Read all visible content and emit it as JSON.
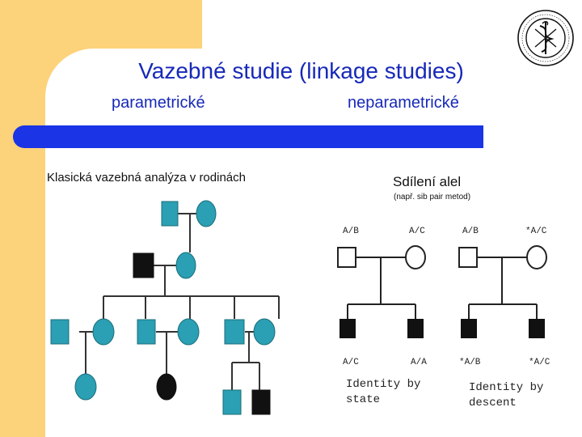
{
  "title": "Vazebné studie (linkage studies)",
  "subtitle_left": "parametrické",
  "subtitle_right": "neparametrické",
  "figure": {
    "left_heading": "Klasická vazebná analýza v rodinách",
    "right_heading": "Sdílení alel",
    "right_subheading": "(např. sib pair metod)",
    "panel1": {
      "parent1": "A/B",
      "parent2": "A/C",
      "child1": "A/C",
      "child2": "A/A",
      "caption_line1": "Identity by",
      "caption_line2": "state"
    },
    "panel2": {
      "parent1": "A/B",
      "parent2": "*A/C",
      "child1": "*A/B",
      "child2": "*A/C",
      "caption_line1": "Identity by",
      "caption_line2": "descent"
    }
  },
  "colors": {
    "accent": "#fcd27a",
    "bar": "#1a34e6",
    "title": "#1729b8",
    "pedigree_fill": "#2b9fb3"
  },
  "logo_icon": "university-seal-icon"
}
